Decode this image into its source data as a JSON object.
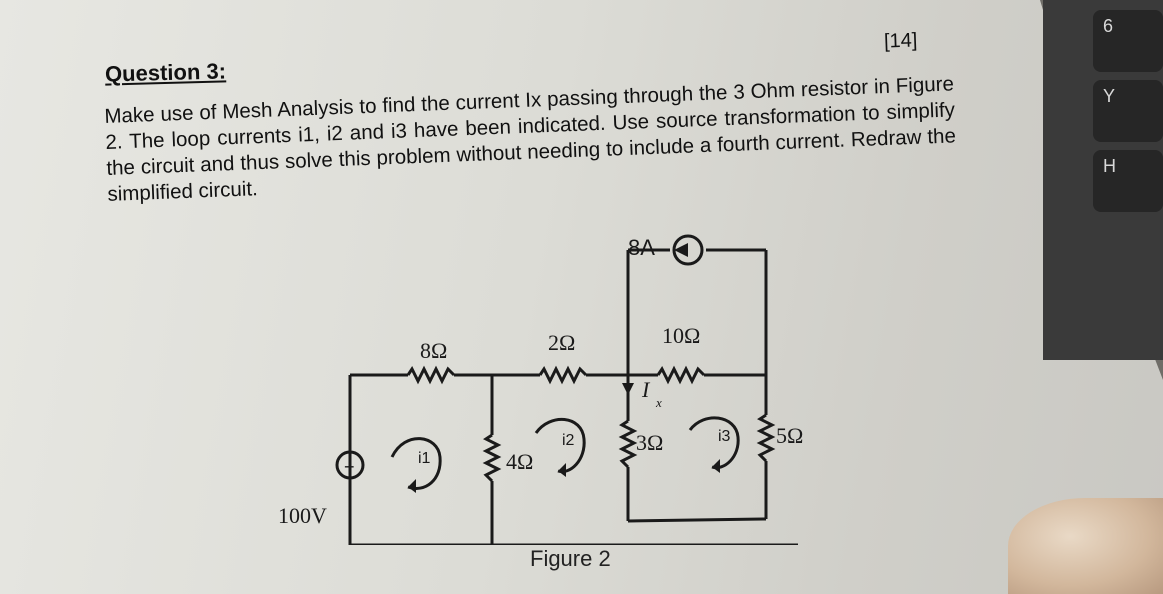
{
  "question": {
    "marks": "[14]",
    "title": "Question 3:",
    "body": "Make use of Mesh Analysis to find the current Ix passing through the 3 Ohm resistor in Figure 2. The loop currents i1, i2 and i3 have been indicated. Use source transformation to simplify the circuit and thus solve this problem without needing to include a fourth current. Redraw the simplified circuit."
  },
  "circuit": {
    "source_voltage": "100V",
    "source_current": "8A",
    "r1": "8Ω",
    "r2": "2Ω",
    "r3": "10Ω",
    "r4": "4Ω",
    "r5": "3Ω",
    "r6": "5Ω",
    "current_label": "I",
    "current_sub": "x",
    "loop1": "i1",
    "loop2": "i2",
    "loop3": "i3",
    "plus_sign": "+"
  },
  "figure_caption": "Figure 2",
  "keyboard": {
    "keys": [
      "6",
      "Y",
      "H"
    ]
  }
}
